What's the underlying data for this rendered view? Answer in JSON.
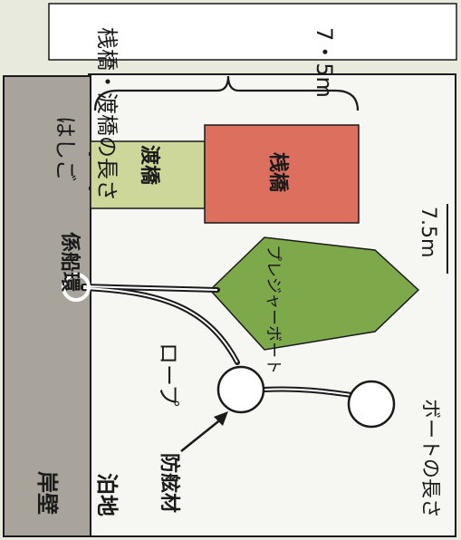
{
  "labels": {
    "pier_length_title": "桟橋・渡橋の長さ",
    "pier_length_value": "7・5m",
    "ladder": "はしご",
    "gangway": "渡橋",
    "pier": "桟橋",
    "mooring_ring": "係船環",
    "boat": "プレジャーボート",
    "rope": "ロープ",
    "fender": "防舷材",
    "seawall": "岸壁",
    "berth": "泊地",
    "boat_length_label": "ボートの長さ",
    "boat_length_value": "7.5m"
  },
  "colors": {
    "background": "#e7eadc",
    "seawall": "#a8a39b",
    "gangway": "#cdd79a",
    "pier": "#dc6f5e",
    "boat": "#7ea94a",
    "line": "#1a1a1a",
    "water": "#f6f6f2"
  }
}
